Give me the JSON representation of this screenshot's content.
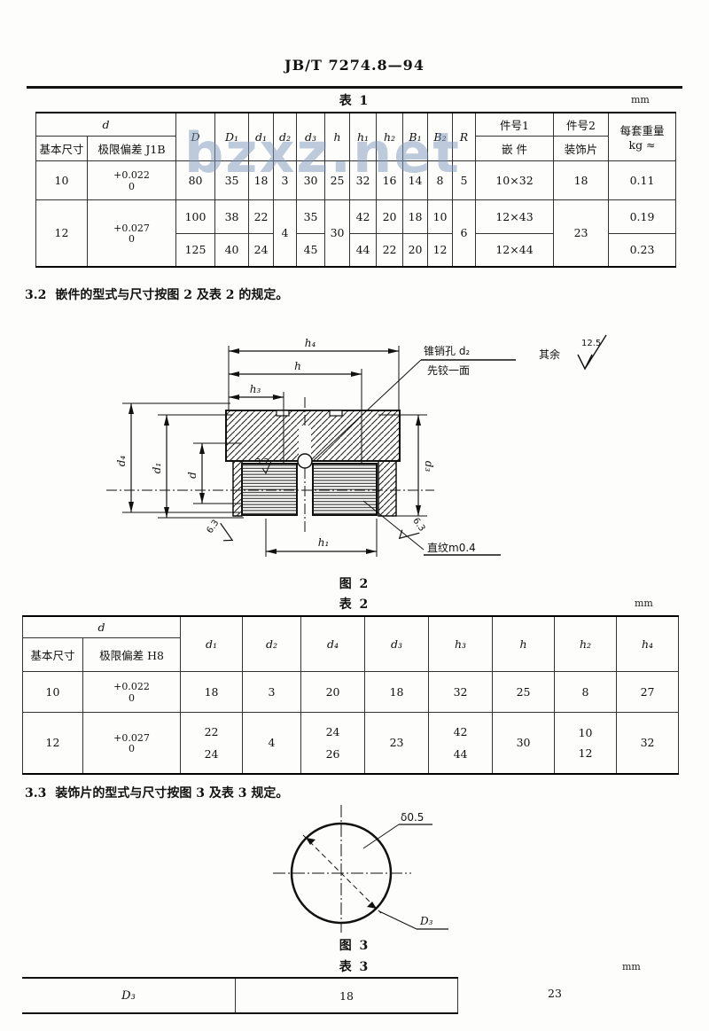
{
  "header": {
    "standard_code": "JB/T 7274.8—94"
  },
  "watermark": {
    "text": "bzxz.net"
  },
  "table1": {
    "caption": "表 1",
    "unit": "mm",
    "head": {
      "d": "d",
      "basic_size": "基本尺寸",
      "tolerance": "极限偏差 J1B",
      "cols": [
        "D",
        "D₁",
        "d₁",
        "d₂",
        "d₃",
        "h",
        "h₁",
        "h₂",
        "B₁",
        "B₂",
        "R"
      ],
      "part1": "件号1",
      "part2": "件号2",
      "insert": "嵌  件",
      "trim": "装饰片",
      "weight_line1": "每套重量",
      "weight_line2": "kg ≈"
    },
    "rows": {
      "r10": {
        "size": "10",
        "tol_u": "+0.022",
        "tol_l": "0",
        "D": "80",
        "D1": "35",
        "d1": "18",
        "d2": "3",
        "d3": "30",
        "h": "25",
        "h1": "32",
        "h2": "16",
        "B1": "14",
        "B2": "8",
        "R": "5",
        "insert": "10×32",
        "trim": "18",
        "weight": "0.11"
      },
      "r12": {
        "size": "12",
        "tol_u": "+0.027",
        "tol_l": "0",
        "d2": "4",
        "h": "30",
        "R": "6",
        "trim": "23",
        "a": {
          "D": "100",
          "D1": "38",
          "d1": "22",
          "d3": "35",
          "h1": "42",
          "h2": "20",
          "B1": "18",
          "B2": "10",
          "insert": "12×43",
          "weight": "0.19"
        },
        "b": {
          "D": "125",
          "D1": "40",
          "d1": "24",
          "d3": "45",
          "h1": "44",
          "h2": "22",
          "B1": "20",
          "B2": "12",
          "insert": "12×44",
          "weight": "0.23"
        }
      }
    }
  },
  "section_3_2": {
    "num": "3.2",
    "text": "嵌件的型式与尺寸按图 2 及表 2 的规定。"
  },
  "figure2": {
    "caption": "图 2",
    "dims": {
      "h4": "h₄",
      "h": "h",
      "h3": "h₃",
      "h1": "h₁",
      "d4": "d₄",
      "d1": "d₁",
      "d": "d",
      "d3": "d₃"
    },
    "callout_hole": "锥销孔 d₂",
    "callout_ream": "先铰一面",
    "rest_label": "其余",
    "rest_value": "12.5",
    "knurl_note": "直纹m0.4",
    "rough_left": "6.3",
    "rough_right": "6.3",
    "rough_inner": "3.2"
  },
  "table2": {
    "caption": "表 2",
    "unit": "mm",
    "head": {
      "d": "d",
      "basic_size": "基本尺寸",
      "tolerance": "极限偏差 H8",
      "cols": [
        "d₁",
        "d₂",
        "d₄",
        "d₃",
        "h₃",
        "h",
        "h₂",
        "h₄"
      ]
    },
    "rows": {
      "r10": {
        "size": "10",
        "tol_u": "+0.022",
        "tol_l": "0",
        "d1": "18",
        "d2": "3",
        "d4": "20",
        "d3": "18",
        "h3": "32",
        "h": "25",
        "h2": "8",
        "h4": "27"
      },
      "r12": {
        "size": "12",
        "tol_u": "+0.027",
        "tol_l": "0",
        "d2": "4",
        "d3": "23",
        "h": "30",
        "h4": "32",
        "d1a": "22",
        "d1b": "24",
        "d4a": "24",
        "d4b": "26",
        "h3a": "42",
        "h3b": "44",
        "h2a": "10",
        "h2b": "12"
      }
    }
  },
  "section_3_3": {
    "num": "3.3",
    "text": "装饰片的型式与尺寸按图 3 及表 3 规定。"
  },
  "figure3": {
    "caption": "图 3",
    "thickness": "δ0.5",
    "diameter": "D₃"
  },
  "table3": {
    "caption": "表 3",
    "unit": "mm",
    "label": "D₃",
    "v1": "18",
    "v2": "23"
  }
}
